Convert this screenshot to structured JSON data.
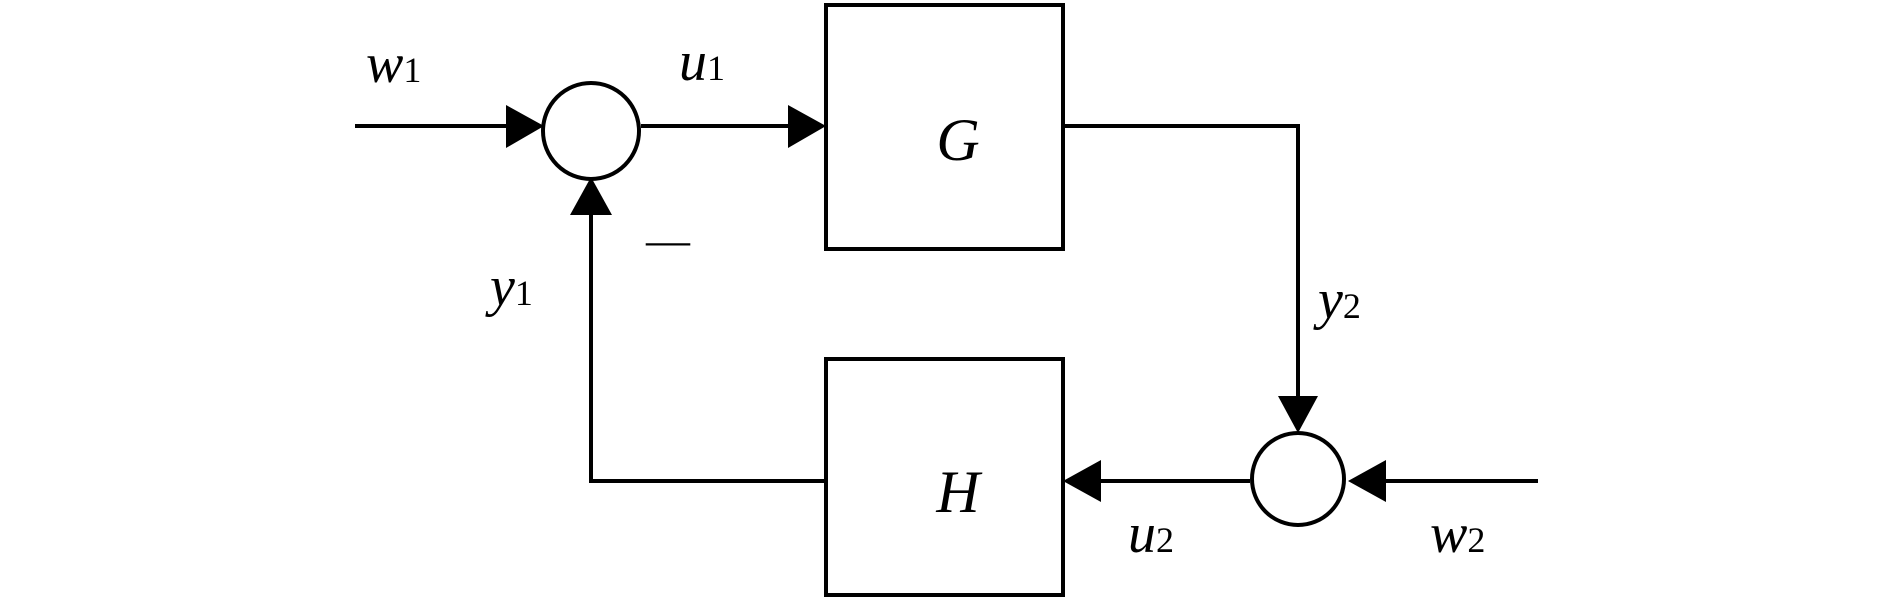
{
  "blocks": {
    "g": "G",
    "h": "H"
  },
  "signals": {
    "w1": {
      "main": "w",
      "sub": "1"
    },
    "u1": {
      "main": "u",
      "sub": "1"
    },
    "y1": {
      "main": "y",
      "sub": "1"
    },
    "y2": {
      "main": "y",
      "sub": "2"
    },
    "u2": {
      "main": "u",
      "sub": "2"
    },
    "w2": {
      "main": "w",
      "sub": "2"
    }
  },
  "sign_minus": "—"
}
